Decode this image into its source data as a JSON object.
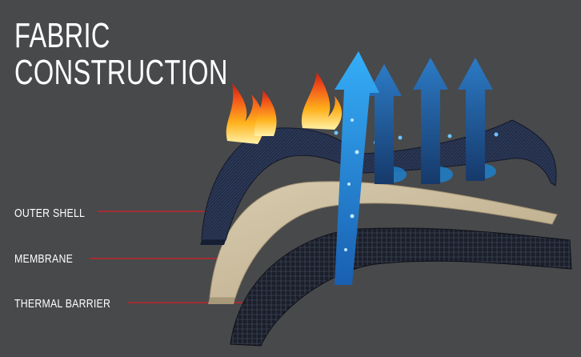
{
  "title": {
    "line1": "FABRIC",
    "line2": "CONSTRUCTION"
  },
  "layers": [
    {
      "label": "OUTER SHELL"
    },
    {
      "label": "MEMBRANE"
    },
    {
      "label": "THERMAL BARRIER"
    }
  ],
  "icons": [
    "flame-icon",
    "water-arrow-icon",
    "vapor-arrow-icon",
    "water-droplet-icon"
  ],
  "colors": {
    "background": "#48494b",
    "outer_shell": "#1f2a44",
    "membrane": "#c9b99a",
    "thermal_barrier": "#1a1e28",
    "leader_line": "#c0262d",
    "arrow_light": "#2a9ef0",
    "arrow_dark": "#1e5fa3",
    "flame": "#f25a1c"
  }
}
